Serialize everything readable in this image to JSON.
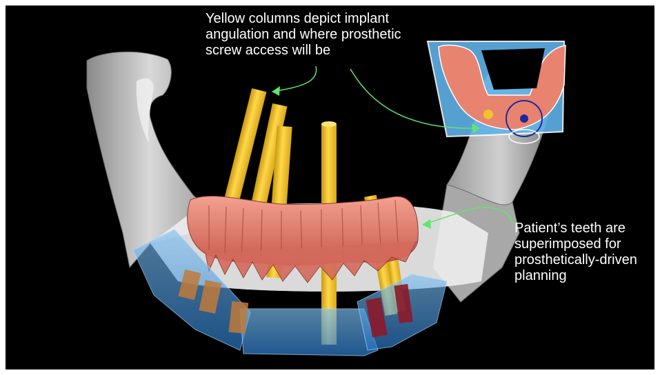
{
  "annotations": {
    "top_caption": "Yellow columns depict implant\nangulation and where prosthetic\nscrew access will be",
    "right_caption": "Patient’s teeth are\nsuperimposed for\nprosthetically-driven\nplanning"
  },
  "colors": {
    "background": "#000000",
    "bone": "#b9b9b9",
    "implant": "#f2c12e",
    "teeth": "#e07a6a",
    "guide": "#3a8fd8",
    "arrow": "#5ee86a",
    "sleeve_dark_red": "#8b1a2a"
  },
  "icons": [
    "mandible-model",
    "implant-columns",
    "surgical-guide",
    "inset-occlusal-view",
    "pointer-arrow"
  ]
}
